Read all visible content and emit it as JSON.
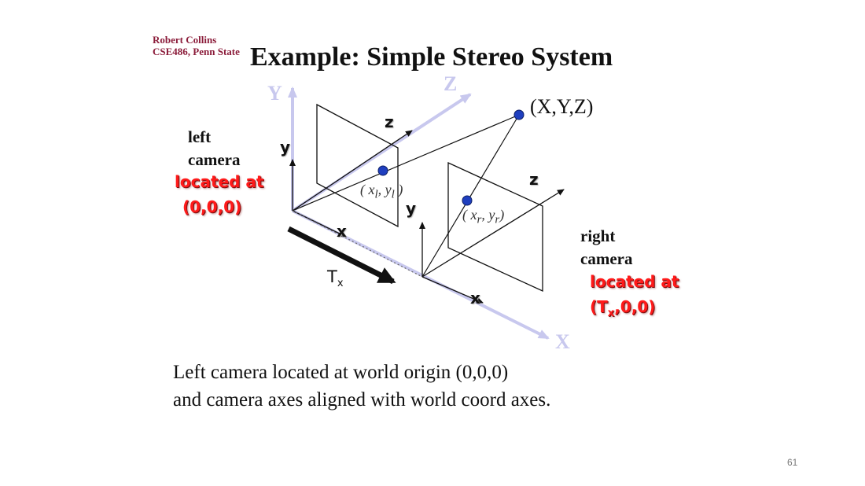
{
  "header": {
    "author": "Robert Collins",
    "course": "CSE486, Penn State",
    "title": "Example: Simple Stereo System"
  },
  "diagram": {
    "world_axes": {
      "y": "Y",
      "z": "Z",
      "x": "X"
    },
    "left_camera_axes": {
      "y": "y",
      "z": "z",
      "x": "x"
    },
    "right_camera_axes": {
      "y": "y",
      "z": "z",
      "x": "x"
    },
    "point_label": "(X,Y,Z)",
    "left_projection": {
      "open": "(",
      "x": "x",
      "y": "y",
      "sub": "l",
      "close": ")"
    },
    "right_projection": {
      "open": "(",
      "x": "x",
      "y": "y",
      "sub": "r",
      "close": ")"
    },
    "baseline_label": "T",
    "baseline_sub": "x",
    "left_camera": {
      "line1": "left",
      "line2": "camera",
      "loc1": "located at",
      "loc2": "(0,0,0)"
    },
    "right_camera": {
      "line1": "right",
      "line2": "camera",
      "loc1": "located at",
      "loc2_pre": "(T",
      "loc2_sub": "x",
      "loc2_post": ",0,0)"
    },
    "colors": {
      "world_axis": "#c8c8ee",
      "point": "#1f3fbf",
      "location_text": "#ff1a1a"
    }
  },
  "caption": {
    "line1": "Left camera located at world origin (0,0,0)",
    "line2": "and camera axes aligned with world coord axes."
  },
  "page_number": "61"
}
